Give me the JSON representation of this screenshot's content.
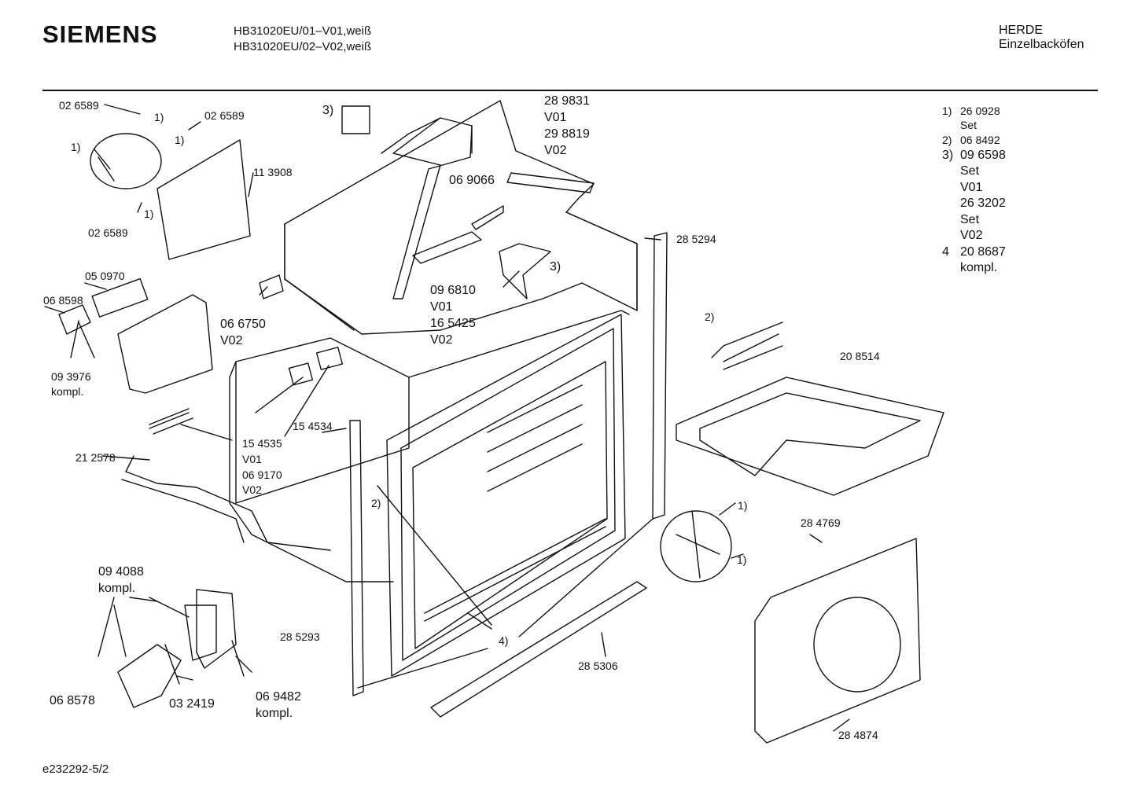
{
  "header": {
    "brand": "SIEMENS",
    "models": [
      "HB31020EU/01–V01,weiß",
      "HB31020EU/02–V02,weiß"
    ],
    "category": [
      "HERDE",
      "Einzelbacköfen"
    ]
  },
  "notes": [
    {
      "key": "1)",
      "lines": [
        "26 0928",
        "Set"
      ]
    },
    {
      "key": "2)",
      "lines": [
        "06 8492"
      ]
    },
    {
      "key": "3)",
      "lines": [
        "09 6598",
        "Set",
        "V01",
        "26 3202",
        "Set",
        "V02"
      ]
    },
    {
      "key": "4",
      "lines": [
        "20 8687",
        "kompl."
      ]
    }
  ],
  "callouts": [
    "02 6589",
    "1)",
    "02 6589",
    "1)",
    "1)",
    "11 3908",
    "1)",
    "02 6589",
    "3)",
    "28 9831",
    "V01",
    "29 8819",
    "V02",
    "06 9066",
    "28 5294",
    "3)",
    "09 6810",
    "V01",
    "16 5425",
    "V02",
    "05 0970",
    "06 8598",
    "06 6750",
    "V02",
    "2)",
    "09 3976",
    "kompl.",
    "20 8514",
    "15 4534",
    "15 4535",
    "V01",
    "06 9170",
    "V02",
    "21 2578",
    "2)",
    "1)",
    "28 4769",
    "1)",
    "09 4088",
    "kompl.",
    "28 5293",
    "4)",
    "28 5306",
    "06 8578",
    "03 2419",
    "06 9482",
    "kompl.",
    "28 4874"
  ],
  "footer": "e232292-5/2"
}
